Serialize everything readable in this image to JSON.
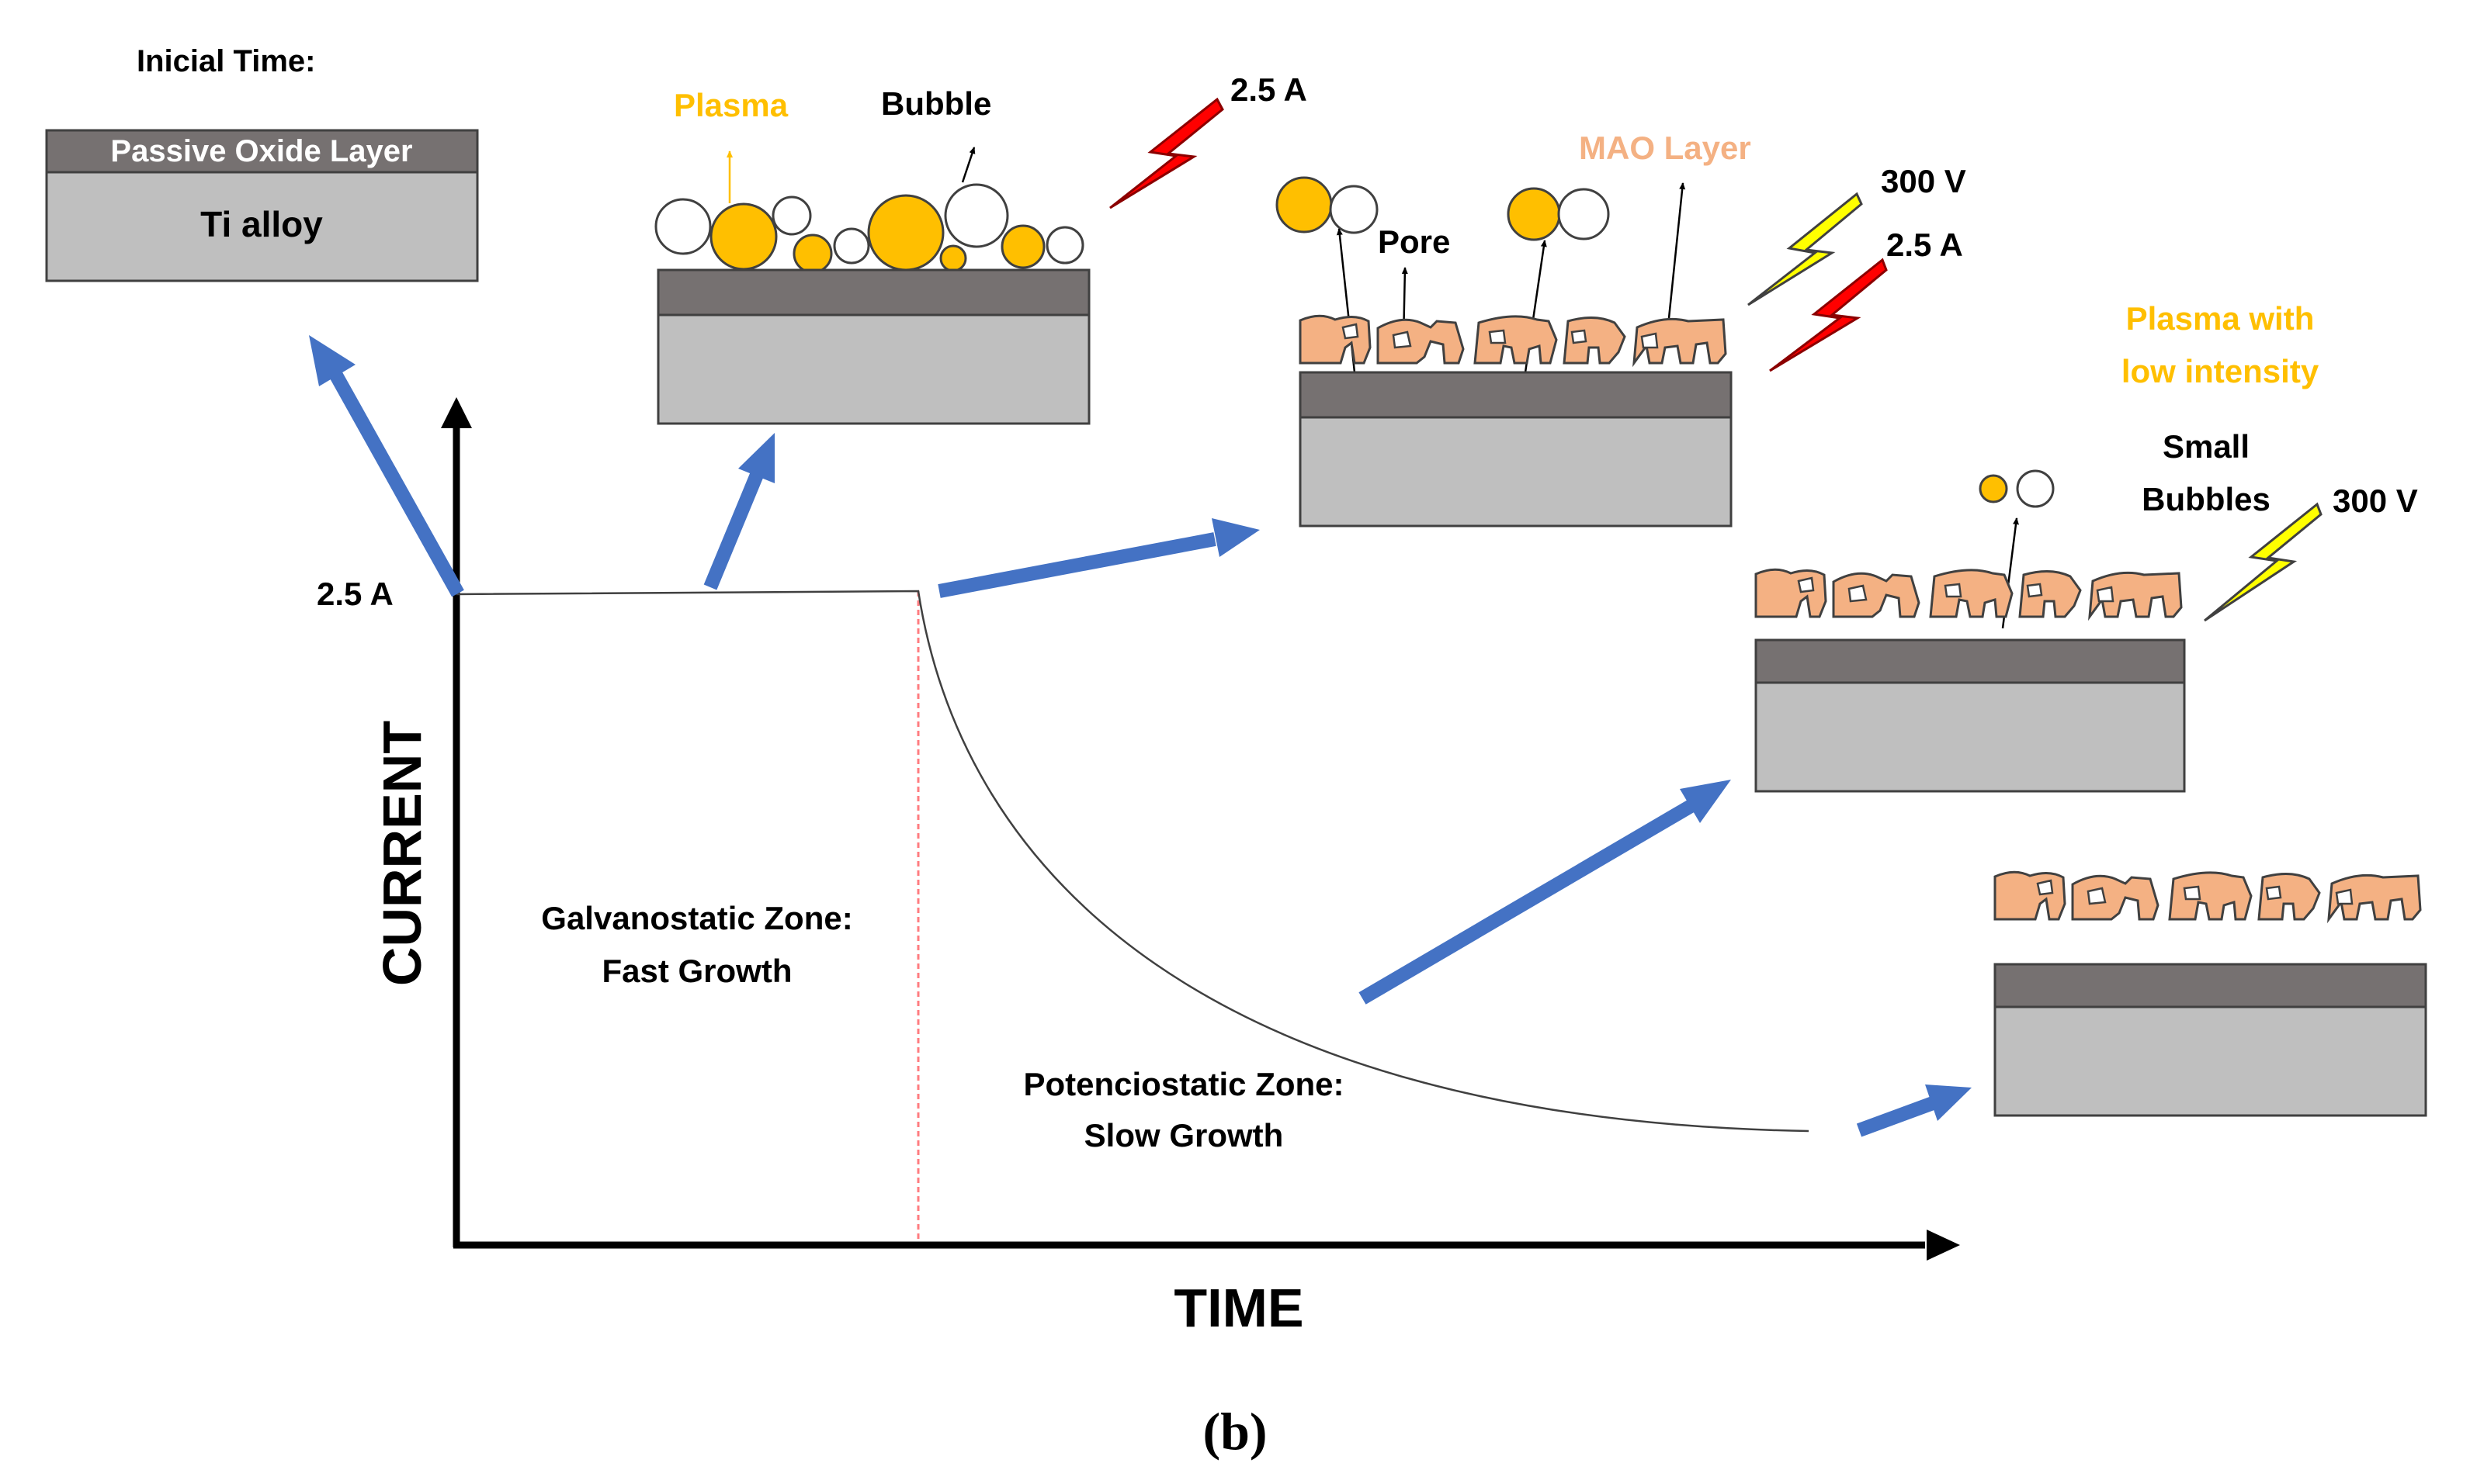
{
  "labels": {
    "initial_time": "Inicial Time:",
    "passive_oxide": "Passive Oxide Layer",
    "ti_alloy": "Ti alloy",
    "plasma": "Plasma",
    "bubble": "Bubble",
    "current_1": "2.5 A",
    "pore": "Pore",
    "mao_layer": "MAO Layer",
    "voltage_2": "300 V",
    "current_2": "2.5 A",
    "plasma_low_line1": "Plasma with",
    "plasma_low_line2": "low intensity",
    "small_bubbles_line1": "Small",
    "small_bubbles_line2": "Bubbles",
    "voltage_3": "300 V",
    "axis_current_value": "2.5 A",
    "y_axis": "CURRENT",
    "x_axis": "TIME",
    "galvano_line1": "Galvanostatic Zone:",
    "galvano_line2": "Fast Growth",
    "potencio_line1": "Potenciostatic Zone:",
    "potencio_line2": "Slow Growth",
    "caption": "(b)"
  },
  "colors": {
    "plasma": "#FFBF00",
    "mao": "#F4B183",
    "arrow": "#4472C4",
    "oxide": "#767171",
    "substrate": "#BFBFBF",
    "lightning_red": "#FF0000",
    "lightning_yellow": "#FFFF00",
    "divider": "#FF7C80"
  }
}
